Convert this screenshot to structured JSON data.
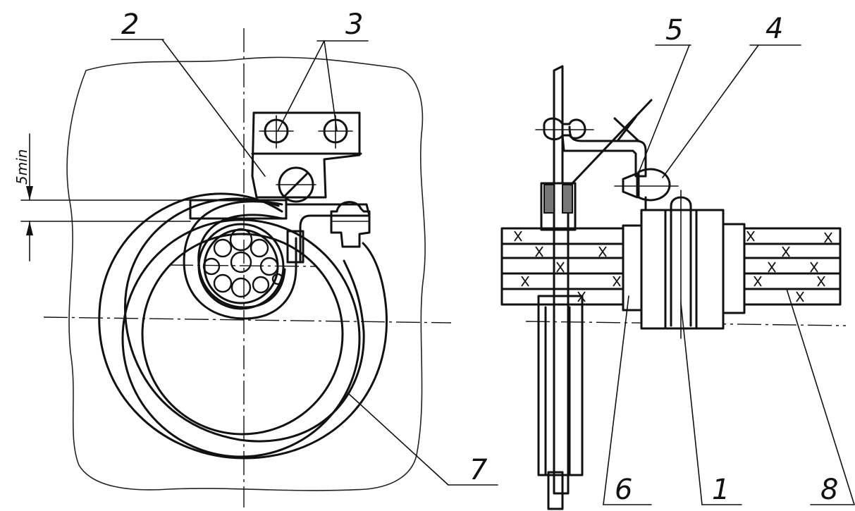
{
  "callouts": {
    "c1": "1",
    "c2": "2",
    "c3": "3",
    "c4": "4",
    "c5": "5",
    "c6": "6",
    "c7": "7",
    "c8": "8"
  },
  "dimension": {
    "label": "5min"
  },
  "colors": {
    "ink": "#111111",
    "background": "#ffffff"
  }
}
